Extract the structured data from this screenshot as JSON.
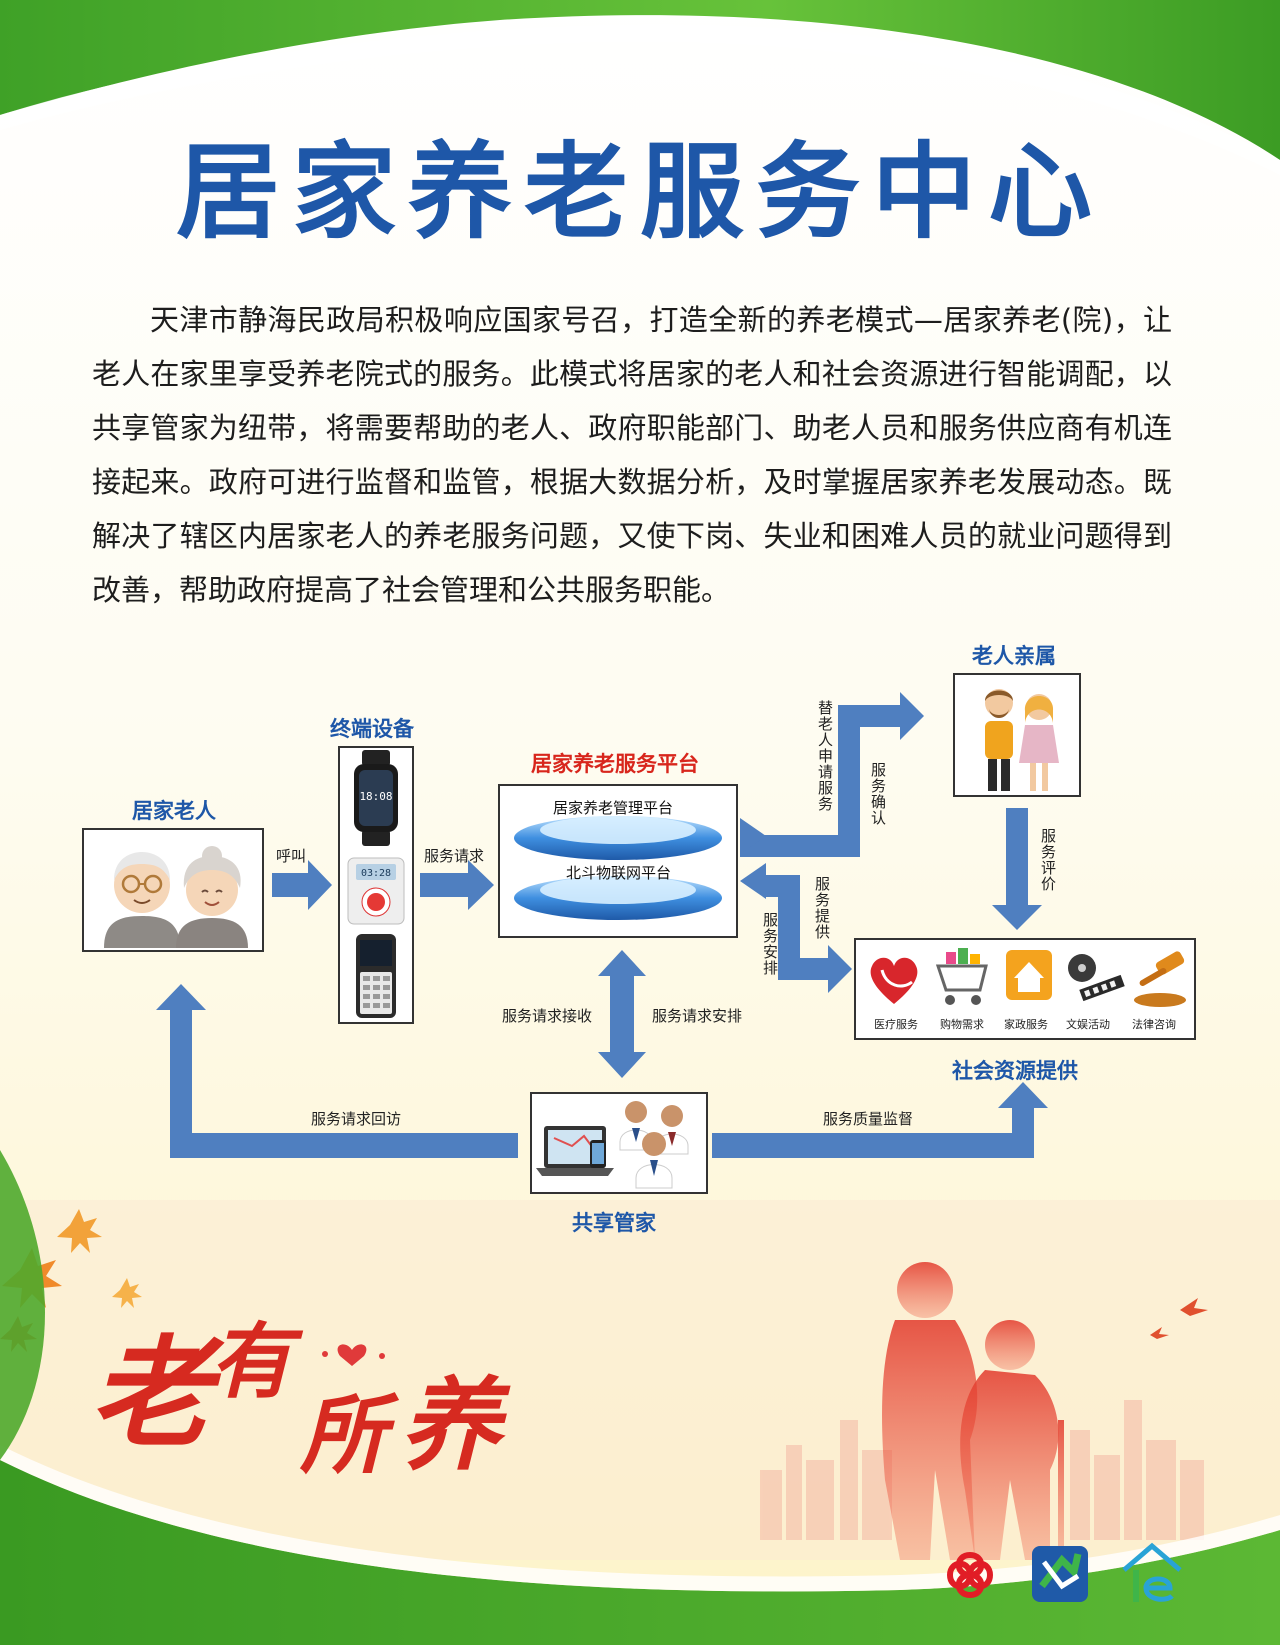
{
  "title": "居家养老服务中心",
  "intro": "天津市静海民政局积极响应国家号召，打造全新的养老模式—居家养老(院)，让老人在家里享受养老院式的服务。此模式将居家的老人和社会资源进行智能调配，以共享管家为纽带，将需要帮助的老人、政府职能部门、助老人员和服务供应商有机连接起来。政府可进行监督和监管，根据大数据分析，及时掌握居家养老发展动态。既解决了辖区内居家老人的养老服务问题，又使下岗、失业和困难人员的就业问题得到改善，帮助政府提高了社会管理和公共服务职能。",
  "nodes": {
    "elderly": "居家老人",
    "terminal": "终端设备",
    "platform": "居家养老服务平台",
    "platform_layer1": "居家养老管理平台",
    "platform_layer2": "北斗物联网平台",
    "relatives": "老人亲属",
    "social": "社会资源提供",
    "butler": "共享管家"
  },
  "watch_time": "18:08",
  "device_time": "03:28",
  "edges": {
    "call": "呼叫",
    "service_request": "服务请求",
    "apply_for_elderly": "替老人申请服务",
    "service_confirm": "服务确认",
    "service_review": "服务评价",
    "service_provide": "服务提供",
    "service_arrange": "服务安排",
    "request_receive": "服务请求接收",
    "request_arrange": "服务请求安排",
    "request_revisit": "服务请求回访",
    "quality_supervision": "服务质量监督"
  },
  "services": [
    {
      "icon": "heart-medical-icon",
      "label": "医疗服务"
    },
    {
      "icon": "shopping-cart-icon",
      "label": "购物需求"
    },
    {
      "icon": "house-icon",
      "label": "家政服务"
    },
    {
      "icon": "film-reel-icon",
      "label": "文娱活动"
    },
    {
      "icon": "gavel-icon",
      "label": "法律咨询"
    }
  ],
  "calligraphy": "老有所养",
  "colors": {
    "title_blue": "#1e57a8",
    "arrow_blue": "#4f7fc0",
    "platform_red": "#d8261c",
    "green": "#4caf2e",
    "calligraphy_red": "#d62a20"
  }
}
